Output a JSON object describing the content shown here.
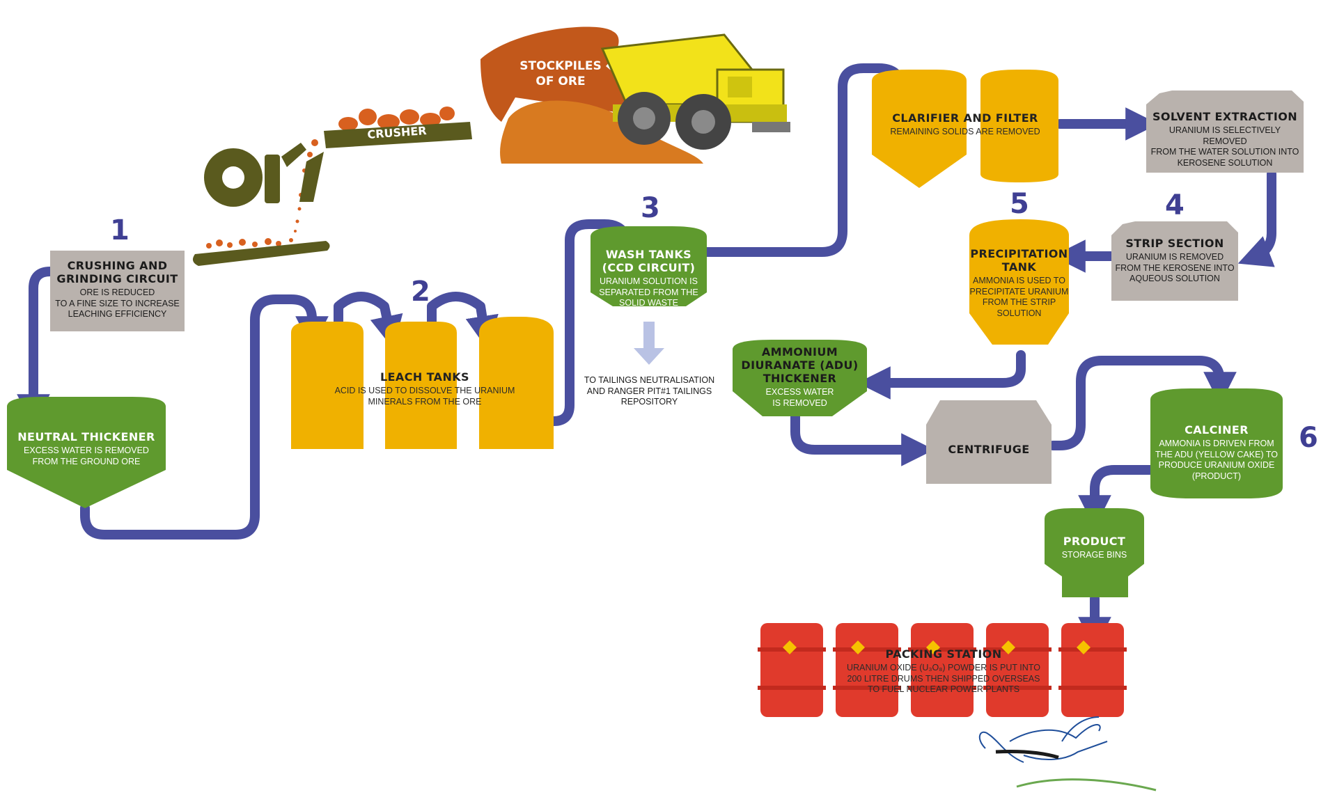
{
  "stockpiles": {
    "line1": "STOCKPILES",
    "line2": "OF ORE"
  },
  "crusher": {
    "label": "CRUSHER"
  },
  "steps": {
    "crushing": {
      "number": "1",
      "title1": "CRUSHING AND",
      "title2": "GRINDING CIRCUIT",
      "desc1": "ORE IS REDUCED",
      "desc2": "TO A FINE SIZE TO INCREASE",
      "desc3": "LEACHING EFFICIENCY"
    },
    "neutral": {
      "title": "NEUTRAL THICKENER",
      "desc1": "EXCESS WATER IS REMOVED",
      "desc2": "FROM THE GROUND ORE"
    },
    "leach": {
      "number": "2",
      "title": "LEACH TANKS",
      "desc1": "ACID IS USED TO DISSOLVE THE URANIUM",
      "desc2": "MINERALS FROM THE ORE"
    },
    "wash": {
      "number": "3",
      "title1": "WASH TANKS",
      "title2": "(CCD CIRCUIT)",
      "desc1": "URANIUM SOLUTION IS",
      "desc2": "SEPARATED FROM THE",
      "desc3": "SOLID WASTE"
    },
    "tailings": {
      "line1": "TO TAILINGS NEUTRALISATION",
      "line2": "AND RANGER PIT#1 TAILINGS",
      "line3": "REPOSITORY"
    },
    "clarifier": {
      "title": "CLARIFIER AND FILTER",
      "desc": "REMAINING SOLIDS ARE REMOVED"
    },
    "solvent": {
      "title": "SOLVENT EXTRACTION",
      "desc1": "URANIUM IS SELECTIVELY REMOVED",
      "desc2": "FROM THE WATER SOLUTION INTO",
      "desc3": "KEROSENE SOLUTION"
    },
    "strip": {
      "number": "4",
      "title": "STRIP SECTION",
      "desc1": "URANIUM IS REMOVED",
      "desc2": "FROM THE KEROSENE INTO",
      "desc3": "AQUEOUS SOLUTION"
    },
    "precipitation": {
      "number": "5",
      "title1": "PRECIPITATION",
      "title2": "TANK",
      "desc1": "AMMONIA IS USED TO",
      "desc2": "PRECIPITATE URANIUM",
      "desc3": "FROM THE STRIP",
      "desc4": "SOLUTION"
    },
    "adu": {
      "title1": "AMMONIUM",
      "title2": "DIURANATE (ADU)",
      "title3": "THICKENER",
      "desc1": "EXCESS WATER",
      "desc2": "IS REMOVED"
    },
    "centrifuge": {
      "title": "CENTRIFUGE"
    },
    "calciner": {
      "number": "6",
      "title": "CALCINER",
      "desc1": "AMMONIA IS DRIVEN FROM",
      "desc2": "THE ADU (YELLOW CAKE) TO",
      "desc3": "PRODUCE URANIUM OXIDE",
      "desc4": "(PRODUCT)"
    },
    "product": {
      "title": "PRODUCT",
      "desc": "STORAGE BINS"
    },
    "packing": {
      "title": "PACKING STATION",
      "desc1": "URANIUM OXIDE (U₃O₈) POWDER IS PUT INTO",
      "desc2": "200 LITRE DRUMS THEN SHIPPED OVERSEAS",
      "desc3": "TO FUEL NUCLEAR POWER PLANTS"
    }
  },
  "colors": {
    "pipe": "#4a4f9f",
    "tank_yellow": "#f0b100",
    "tank_green": "#5f9a2e",
    "box_grey": "#b9b2ad",
    "drum_red": "#e03a2c",
    "ore_brown": "#c2581b",
    "ore_orange": "#d87a20",
    "crusher_olive": "#5a5a1e",
    "truck_yellow": "#f2e21a",
    "number_blue": "#3f3f93",
    "arrow_light": "#b9c2e4"
  }
}
